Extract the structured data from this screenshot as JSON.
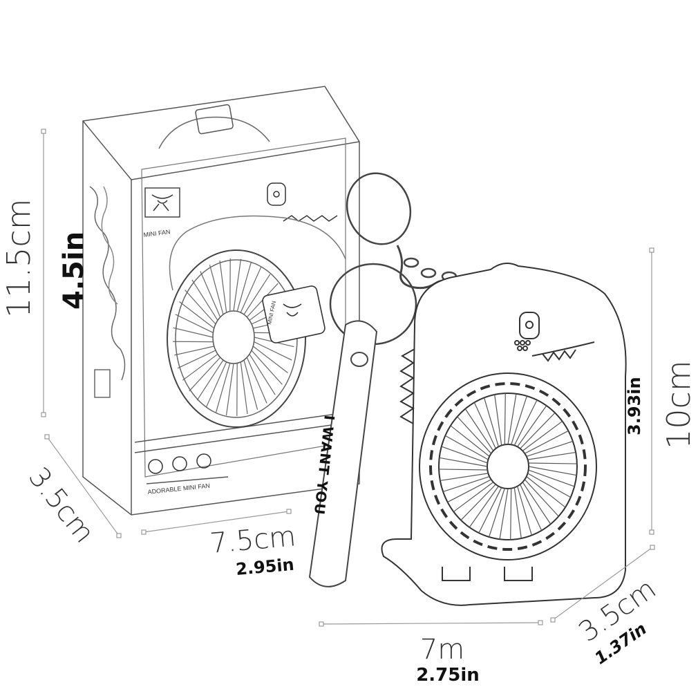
{
  "box": {
    "brand_text": "MINI FAN",
    "bottom_text": "ADORABLE MINI FAN",
    "tag_text": "MINI FAN"
  },
  "strap": {
    "text": "I WANT YOU"
  },
  "dimensions": {
    "box_height_cm": "11.5cm",
    "box_height_in": "4.5in",
    "box_depth_cm": "3.5cm",
    "box_width_cm": "7.5cm",
    "box_width_in": "2.95in",
    "fan_height_cm": "10cm",
    "fan_height_in": "3.93in",
    "fan_depth_cm": "3.5cm",
    "fan_depth_in": "1.37in",
    "fan_width_cm": "7m",
    "fan_width_in": "2.75in"
  }
}
